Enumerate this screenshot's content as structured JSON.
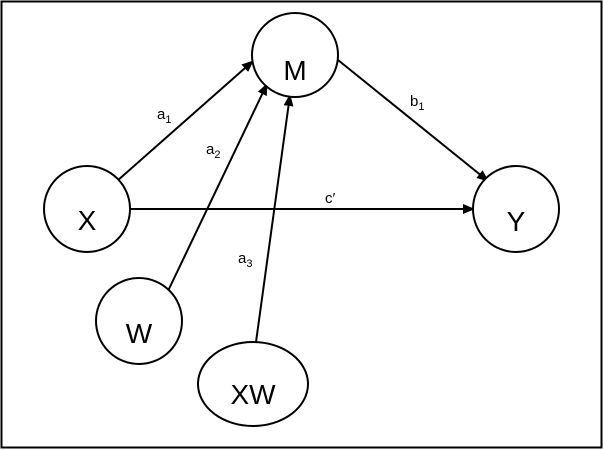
{
  "diagram": {
    "nodes": {
      "x": {
        "label": "X"
      },
      "m": {
        "label": "M"
      },
      "y": {
        "label": "Y"
      },
      "w": {
        "label": "W"
      },
      "xw": {
        "label": "XW"
      }
    },
    "edges": {
      "a1": {
        "base": "a",
        "sub": "1"
      },
      "a2": {
        "base": "a",
        "sub": "2"
      },
      "a3": {
        "base": "a",
        "sub": "3"
      },
      "b1": {
        "base": "b",
        "sub": "1"
      },
      "c_prime": {
        "base": "c′"
      }
    }
  }
}
